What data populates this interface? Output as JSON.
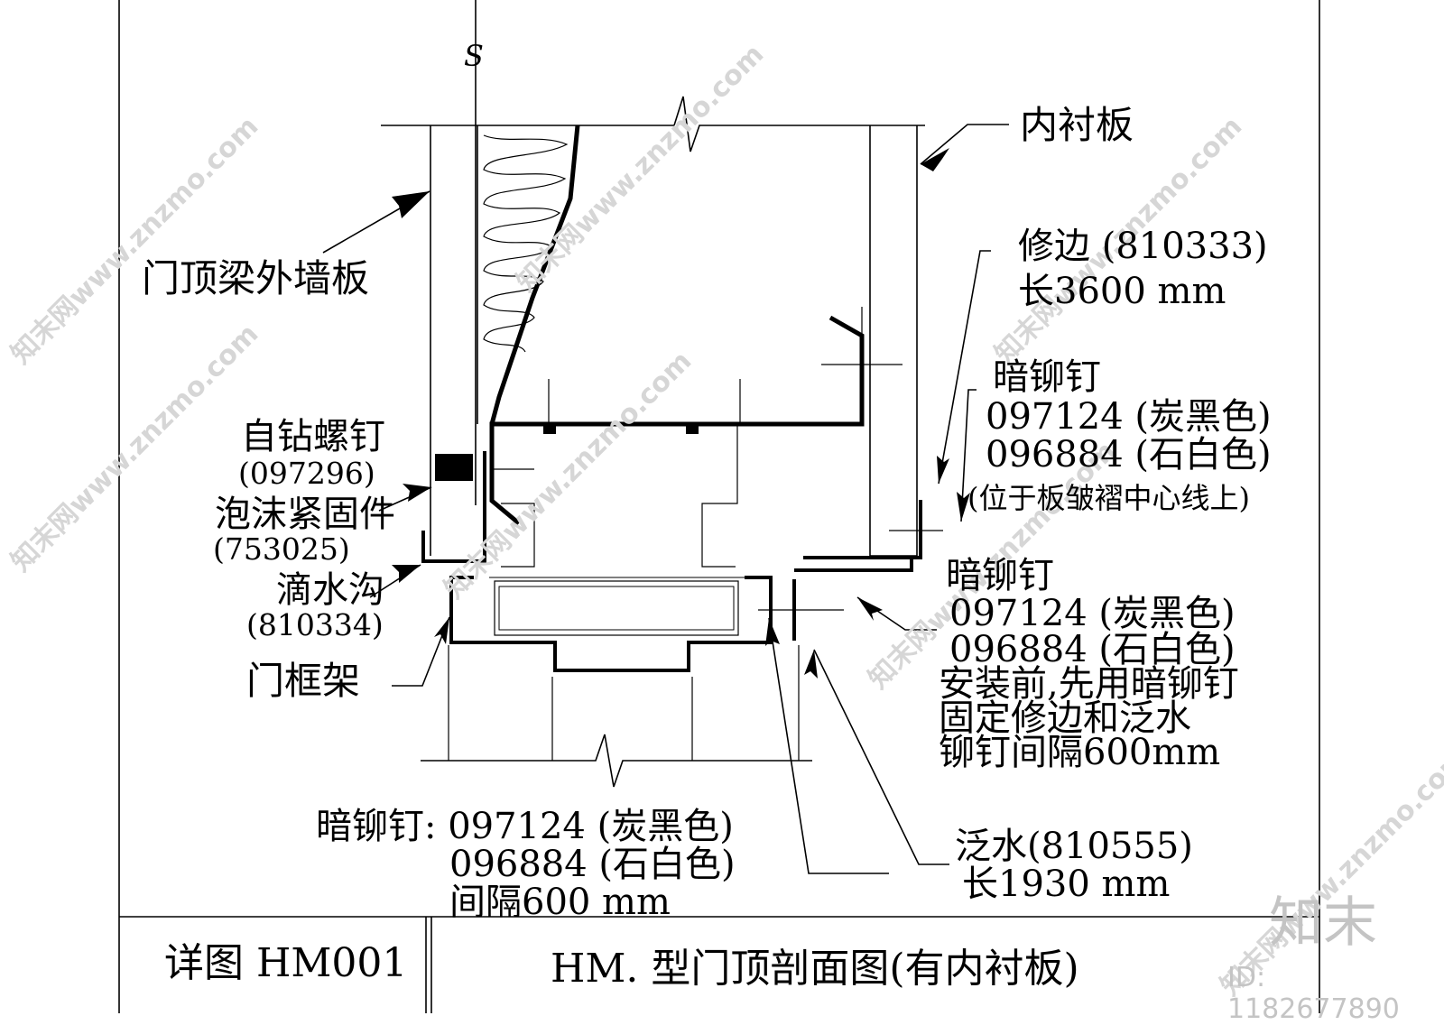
{
  "drawing": {
    "top_mark": "S",
    "labels": {
      "inner_panel": "内衬板",
      "outer_wall": "门顶梁外墙板",
      "trim_line1": "修边 (810333)",
      "trim_line2": "长3600 mm",
      "rivet1_line1": "暗铆钉",
      "rivet1_line2": "097124 (炭黑色)",
      "rivet1_line3": "096884 (石白色)",
      "rivet1_line4": "(位于板皱褶中心线上)",
      "screw_line1": "自钻螺钉",
      "screw_line2": "(097296)",
      "foam_line1": "泡沫紧固件",
      "foam_line2": "(753025)",
      "drip_line1": "滴水沟",
      "drip_line2": "(810334)",
      "door_frame": "门框架",
      "rivet2_line1": "暗铆钉",
      "rivet2_line2": "097124 (炭黑色)",
      "rivet2_line3": "096884 (石白色)",
      "rivet2_line4": "安装前,先用暗铆钉",
      "rivet2_line5": "固定修边和泛水",
      "rivet2_line6": "铆钉间隔600mm",
      "rivet3_line1": "暗铆钉: 097124 (炭黑色)",
      "rivet3_line2": "096884 (石白色)",
      "rivet3_line3": "间隔600 mm",
      "flashing_line1": "泛水(810555)",
      "flashing_line2": "长1930 mm"
    },
    "title_block": {
      "detail": "详图 HM001",
      "title": "HM. 型门顶剖面图(有内衬板)"
    }
  },
  "watermark": {
    "text": "知末网www.znzmo.com",
    "brand": "知末",
    "id": "ID: 1182677890"
  }
}
